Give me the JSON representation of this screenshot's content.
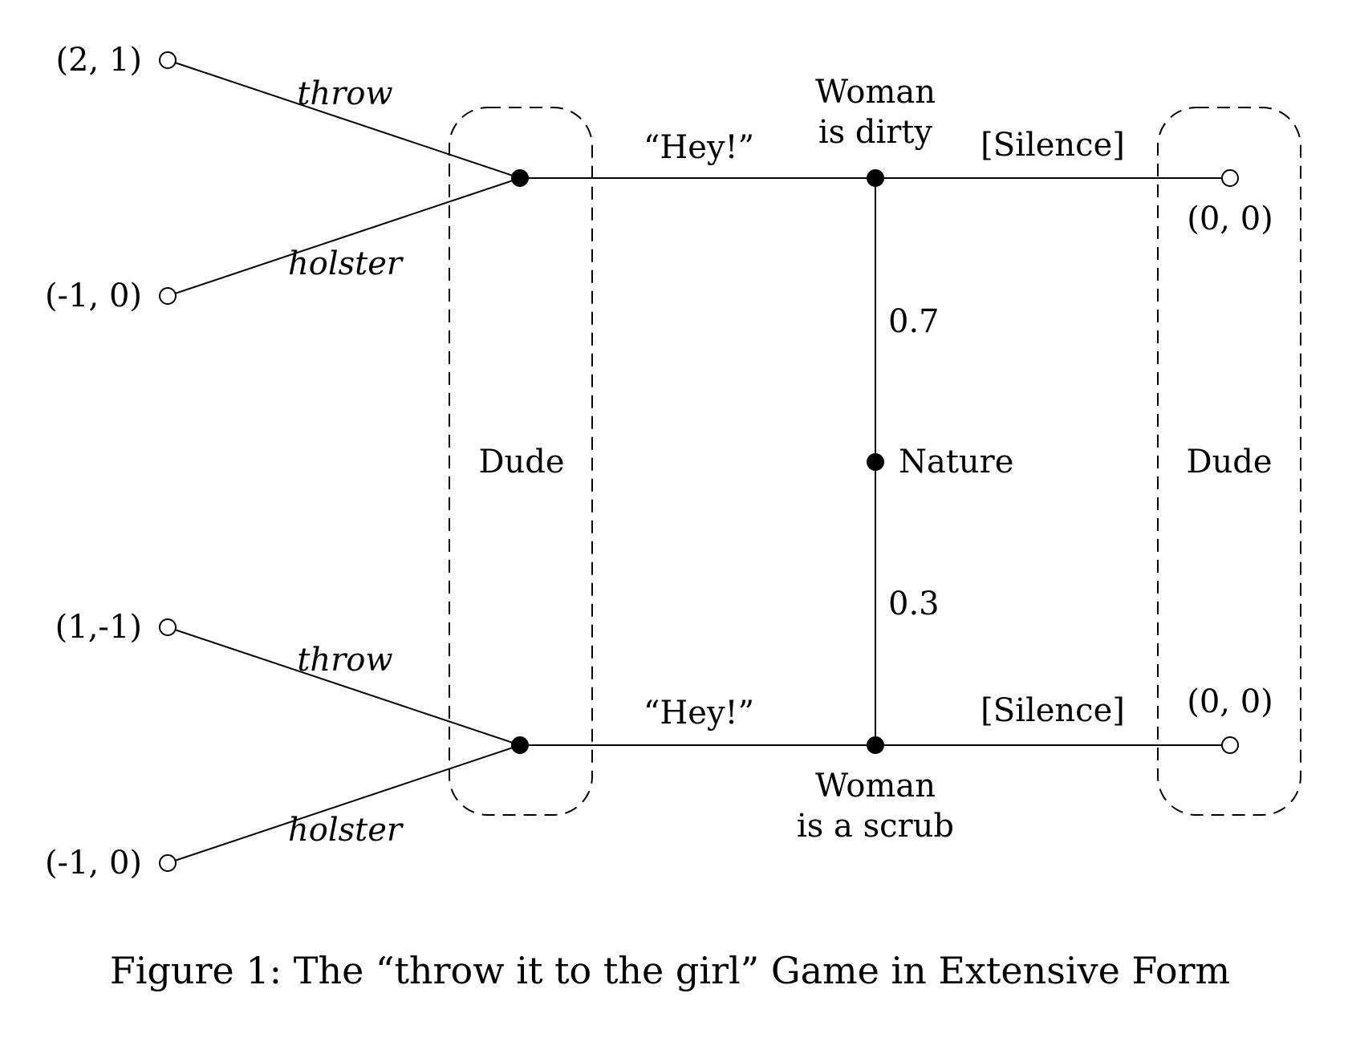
{
  "caption": "Figure 1: The “throw it to the girl” Game in Extensive Form",
  "nodes": {
    "nature": "Nature",
    "woman_dirty_line1": "Woman",
    "woman_dirty_line2": "is dirty",
    "woman_scrub_line1": "Woman",
    "woman_scrub_line2": "is a scrub"
  },
  "probabilities": {
    "up": "0.7",
    "down": "0.3"
  },
  "actions": {
    "hey_top": "“Hey!”",
    "hey_bottom": "“Hey!”",
    "silence_top": "[Silence]",
    "silence_bottom": "[Silence]",
    "throw_top": "throw",
    "holster_top": "holster",
    "throw_bottom": "throw",
    "holster_bottom": "holster"
  },
  "info_sets": {
    "left": "Dude",
    "right": "Dude"
  },
  "payoffs": {
    "top_throw": "(2, 1)",
    "top_holster": "(-1, 0)",
    "bottom_throw": "(1,-1)",
    "bottom_holster": "(-1, 0)",
    "top_silence": "(0, 0)",
    "bottom_silence": "(0, 0)"
  }
}
